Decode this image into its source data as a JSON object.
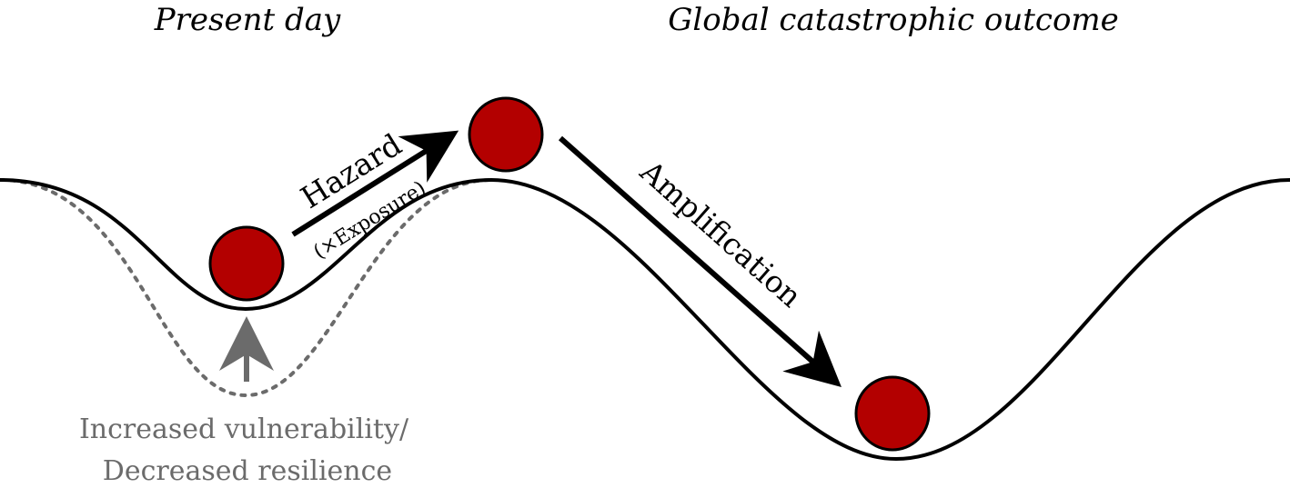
{
  "headings": {
    "left": "Present day",
    "right": "Global catastrophic outcome"
  },
  "labels": {
    "hazard": "Hazard",
    "exposure": "(×Exposure)",
    "amplification": "Amplification",
    "vulnerability_line1": "Increased vulnerability/",
    "vulnerability_line2": "Decreased resilience"
  },
  "colors": {
    "ball_fill": "#b30000",
    "curve": "#000000",
    "dotted_curve": "#6b6b6b",
    "gray_text": "#6b6b6b"
  }
}
